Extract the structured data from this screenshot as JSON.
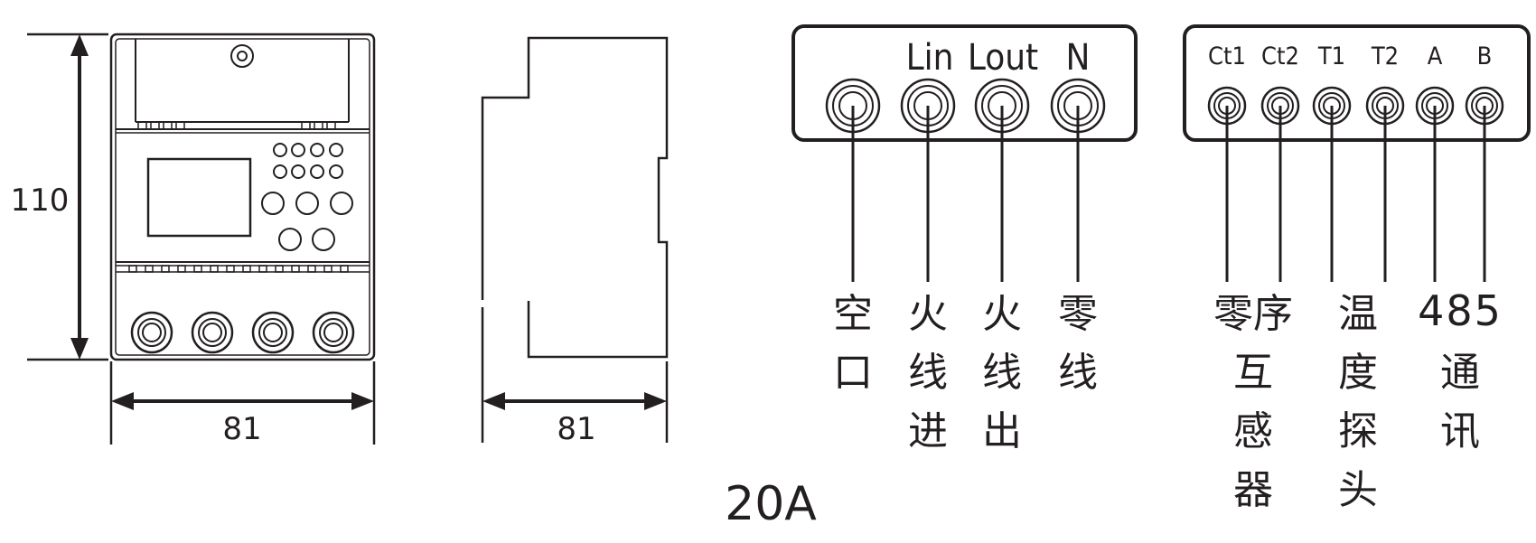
{
  "dimensions": {
    "height": "110",
    "front_width": "81",
    "side_width": "81"
  },
  "model": "20A",
  "power_block": {
    "terminals": [
      "",
      "Lin",
      "Lout",
      "N"
    ],
    "descriptions": [
      [
        "空",
        "口"
      ],
      [
        "火",
        "线",
        "进"
      ],
      [
        "火",
        "线",
        "出"
      ],
      [
        "零",
        "线"
      ]
    ]
  },
  "signal_block": {
    "terminals": [
      "Ct1",
      "Ct2",
      "T1",
      "T2",
      "A",
      "B"
    ],
    "groups": [
      {
        "label_lines": [
          "零序",
          "互",
          "感",
          "器"
        ]
      },
      {
        "label_lines": [
          "温",
          "度",
          "探",
          "头"
        ]
      },
      {
        "label_lines": [
          "485",
          "通",
          "讯"
        ]
      }
    ]
  },
  "colors": {
    "line": "#231f20",
    "background": "#ffffff"
  }
}
